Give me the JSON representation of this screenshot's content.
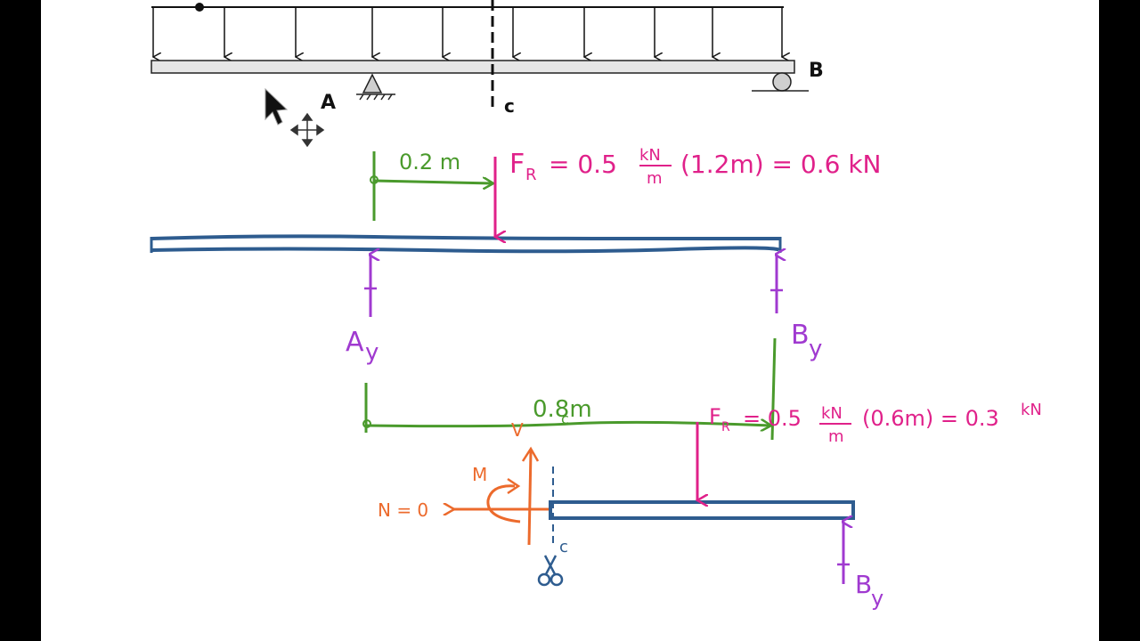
{
  "colors": {
    "whiteboard": "#ffffff",
    "frame": "#000000",
    "beam_blue": "#2e5c8f",
    "load_black": "#111111",
    "magenta": "#e0218a",
    "green": "#4a9a2c",
    "purple": "#a03ad0",
    "orange": "#ec6a2c",
    "gray": "#888888"
  },
  "labels": {
    "support_a": "A",
    "support_b": "B",
    "section_c_top": "c",
    "dim_top": "0.2 m",
    "fr_top_lhs": "F",
    "fr_top_sub": "R",
    "fr_top_eq": "= 0.5",
    "fr_top_kn": "kN",
    "fr_top_m": "m",
    "fr_top_rhs": "(1.2m) = 0.6 kN",
    "ay": "A",
    "ay_sub": "y",
    "by": "B",
    "by_sub": "y",
    "dim_bottom": "0.8m",
    "fr_bot_lhs": "F",
    "fr_bot_sub": "R",
    "fr_bot_eq": "= 0.5",
    "fr_bot_kn": "kN",
    "fr_bot_m": "m",
    "fr_bot_rhs": "(0.6m) = 0.3",
    "fr_bot_unit": "kN",
    "moment": "M",
    "shear": "V",
    "normal": "N = 0",
    "section_c_bottom": "c",
    "by_bottom": "B",
    "by_bottom_sub": "y",
    "small_c": "c"
  }
}
